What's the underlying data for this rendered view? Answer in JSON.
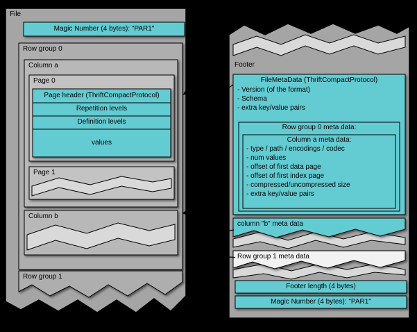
{
  "diagram": {
    "file": {
      "title": "File",
      "magic_number": "Magic Number (4 bytes): \"PAR1\"",
      "row_group_0": "Row group 0",
      "column_a": "Column a",
      "page_0": "Page 0",
      "page_rows": [
        "Page header (ThriftCompactProtocol)",
        "Repetition levels",
        "Definition levels",
        "values"
      ],
      "page_1": "Page 1",
      "column_b": "Column b",
      "row_group_1": "Row group 1"
    },
    "footer": {
      "title": "Footer",
      "file_metadata_title": "FileMetaData (ThriftCompactProtocol)",
      "file_metadata_lines": [
        "- Version (of the format)",
        "- Schema",
        "- extra key/value pairs"
      ],
      "row_group_0_meta_title": "Row group 0 meta data:",
      "column_a_meta_title": "Column a meta data:",
      "column_a_meta_lines": [
        "- type / path / encodings / codec",
        "- num values",
        "- offset of first data page",
        "- offset of first index page",
        "- compressed/uncompressed size",
        "- extra key/value pairs"
      ],
      "column_b_meta": "column \"b\" meta data",
      "row_group_1_meta": "Row group 1 meta data",
      "footer_length": "Footer length (4 bytes)",
      "magic_number": "Magic Number (4 bytes): \"PAR1\""
    },
    "colors": {
      "background": "#000000",
      "box_gray": "#a5a5a5",
      "inner_gray": "#b8b8b8",
      "torn_gray": "#d9d9d9",
      "accent_cyan": "#63cbd2"
    }
  }
}
